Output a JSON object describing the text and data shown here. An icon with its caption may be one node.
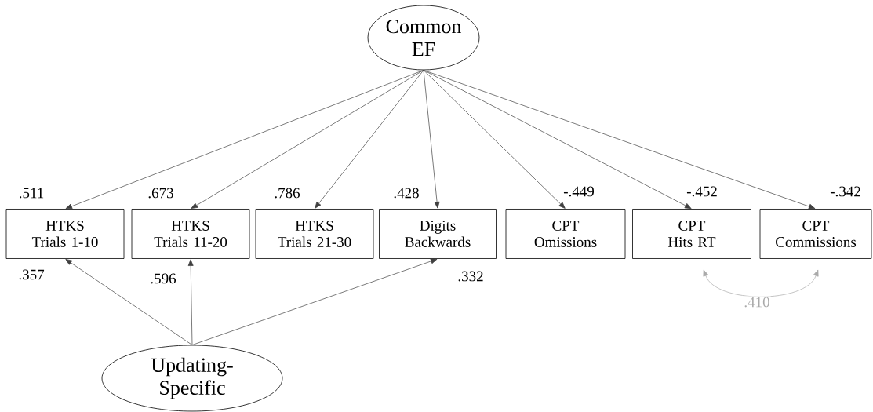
{
  "diagram": {
    "nodes": [
      {
        "text": [
          "Common EF"
        ]
      },
      {
        "text": [
          "HTKS Trials 1-10"
        ]
      },
      {
        "text": [
          "HTKS Trials 11-20"
        ]
      },
      {
        "text": [
          "HTKS Trials 21-30"
        ]
      },
      {
        "text": [
          "Digits Backwards"
        ]
      },
      {
        "text": [
          "CPT Omissions"
        ]
      },
      {
        "text": [
          "CPT Hits RT"
        ]
      },
      {
        "text": [
          "CPT Commissions"
        ]
      },
      {
        "text": [
          "Updating-Specific"
        ]
      }
    ],
    "edges": [
      {
        "from": 0,
        "to": 1,
        "arrow": "to",
        "label": ".511"
      },
      {
        "from": 0,
        "to": 2,
        "arrow": "to",
        "label": ".673"
      },
      {
        "from": 0,
        "to": 3,
        "arrow": "to",
        "label": ".786"
      },
      {
        "from": 0,
        "to": 4,
        "arrow": "to",
        "label": ".428"
      },
      {
        "from": 0,
        "to": 5,
        "arrow": "to",
        "label": "-.449"
      },
      {
        "from": 0,
        "to": 6,
        "arrow": "to",
        "label": "-.452"
      },
      {
        "from": 0,
        "to": 7,
        "arrow": "to",
        "label": "-.342"
      },
      {
        "from": 8,
        "to": 1,
        "arrow": "to",
        "label": ".357"
      },
      {
        "from": 8,
        "to": 2,
        "arrow": "to",
        "label": ".596"
      },
      {
        "from": 8,
        "to": 4,
        "arrow": "to",
        "label": ".332"
      },
      {
        "from": 6,
        "to": 7,
        "arrow": "both",
        "label": ".410",
        "color": "#aaaaaa"
      }
    ]
  }
}
